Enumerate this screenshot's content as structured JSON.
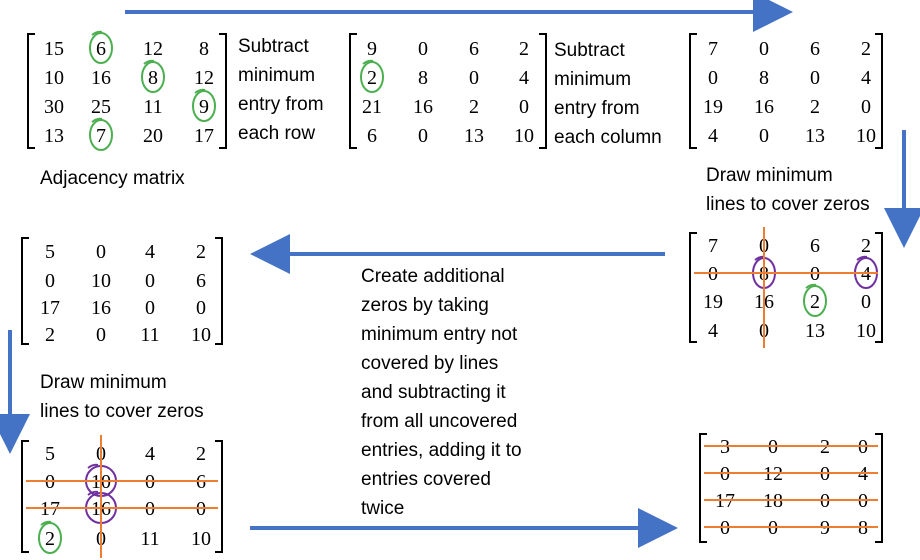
{
  "colors": {
    "arrow": "#4472c4",
    "green_circle": "#4caf50",
    "purple_circle": "#7030a0",
    "cover_line": "#ed7d31"
  },
  "labels": {
    "subtract_row": [
      "Subtract",
      "minimum",
      "entry from",
      "each row"
    ],
    "subtract_col": [
      "Subtract",
      "minimum",
      "entry from",
      "each column"
    ],
    "adjacency": "Adjacency matrix",
    "draw_lines_1": [
      "Draw minimum",
      "lines to cover zeros"
    ],
    "draw_lines_2": [
      "Draw minimum",
      "lines to cover zeros"
    ],
    "create_zeros": [
      "Create additional",
      "zeros by taking",
      "minimum entry not",
      "covered by lines",
      "and subtracting it",
      "from all uncovered",
      "entries, adding it to",
      "entries covered",
      "twice"
    ]
  },
  "matrices": {
    "m1": {
      "rows": [
        [
          "15",
          "6",
          "12",
          "8"
        ],
        [
          "10",
          "16",
          "8",
          "12"
        ],
        [
          "30",
          "25",
          "11",
          "9"
        ],
        [
          "13",
          "7",
          "20",
          "17"
        ]
      ],
      "green": [
        [
          0,
          1
        ],
        [
          1,
          2
        ],
        [
          2,
          3
        ],
        [
          3,
          1
        ]
      ],
      "purple": []
    },
    "m2": {
      "rows": [
        [
          "9",
          "0",
          "6",
          "2"
        ],
        [
          "2",
          "8",
          "0",
          "4"
        ],
        [
          "21",
          "16",
          "2",
          "0"
        ],
        [
          "6",
          "0",
          "13",
          "10"
        ]
      ],
      "green": [
        [
          1,
          0
        ]
      ],
      "purple": []
    },
    "m3": {
      "rows": [
        [
          "7",
          "0",
          "6",
          "2"
        ],
        [
          "0",
          "8",
          "0",
          "4"
        ],
        [
          "19",
          "16",
          "2",
          "0"
        ],
        [
          "4",
          "0",
          "13",
          "10"
        ]
      ],
      "green": [],
      "purple": []
    },
    "m4": {
      "rows": [
        [
          "7",
          "0",
          "6",
          "2"
        ],
        [
          "0",
          "8",
          "0",
          "4"
        ],
        [
          "19",
          "16",
          "2",
          "0"
        ],
        [
          "4",
          "0",
          "13",
          "10"
        ]
      ],
      "green": [
        [
          2,
          2
        ]
      ],
      "purple": [
        [
          1,
          1
        ],
        [
          1,
          3
        ]
      ]
    },
    "m5": {
      "rows": [
        [
          "5",
          "0",
          "4",
          "2"
        ],
        [
          "0",
          "10",
          "0",
          "6"
        ],
        [
          "17",
          "16",
          "0",
          "0"
        ],
        [
          "2",
          "0",
          "11",
          "10"
        ]
      ],
      "green": [],
      "purple": []
    },
    "m6": {
      "rows": [
        [
          "5",
          "0",
          "4",
          "2"
        ],
        [
          "0",
          "10",
          "0",
          "6"
        ],
        [
          "17",
          "16",
          "0",
          "0"
        ],
        [
          "2",
          "0",
          "11",
          "10"
        ]
      ],
      "green": [
        [
          3,
          0
        ]
      ],
      "purple": [
        [
          1,
          1
        ],
        [
          2,
          1
        ]
      ]
    },
    "m7": {
      "rows": [
        [
          "3",
          "0",
          "2",
          "0"
        ],
        [
          "0",
          "12",
          "0",
          "4"
        ],
        [
          "17",
          "18",
          "0",
          "0"
        ],
        [
          "0",
          "0",
          "9",
          "8"
        ]
      ],
      "green": [],
      "purple": []
    }
  }
}
